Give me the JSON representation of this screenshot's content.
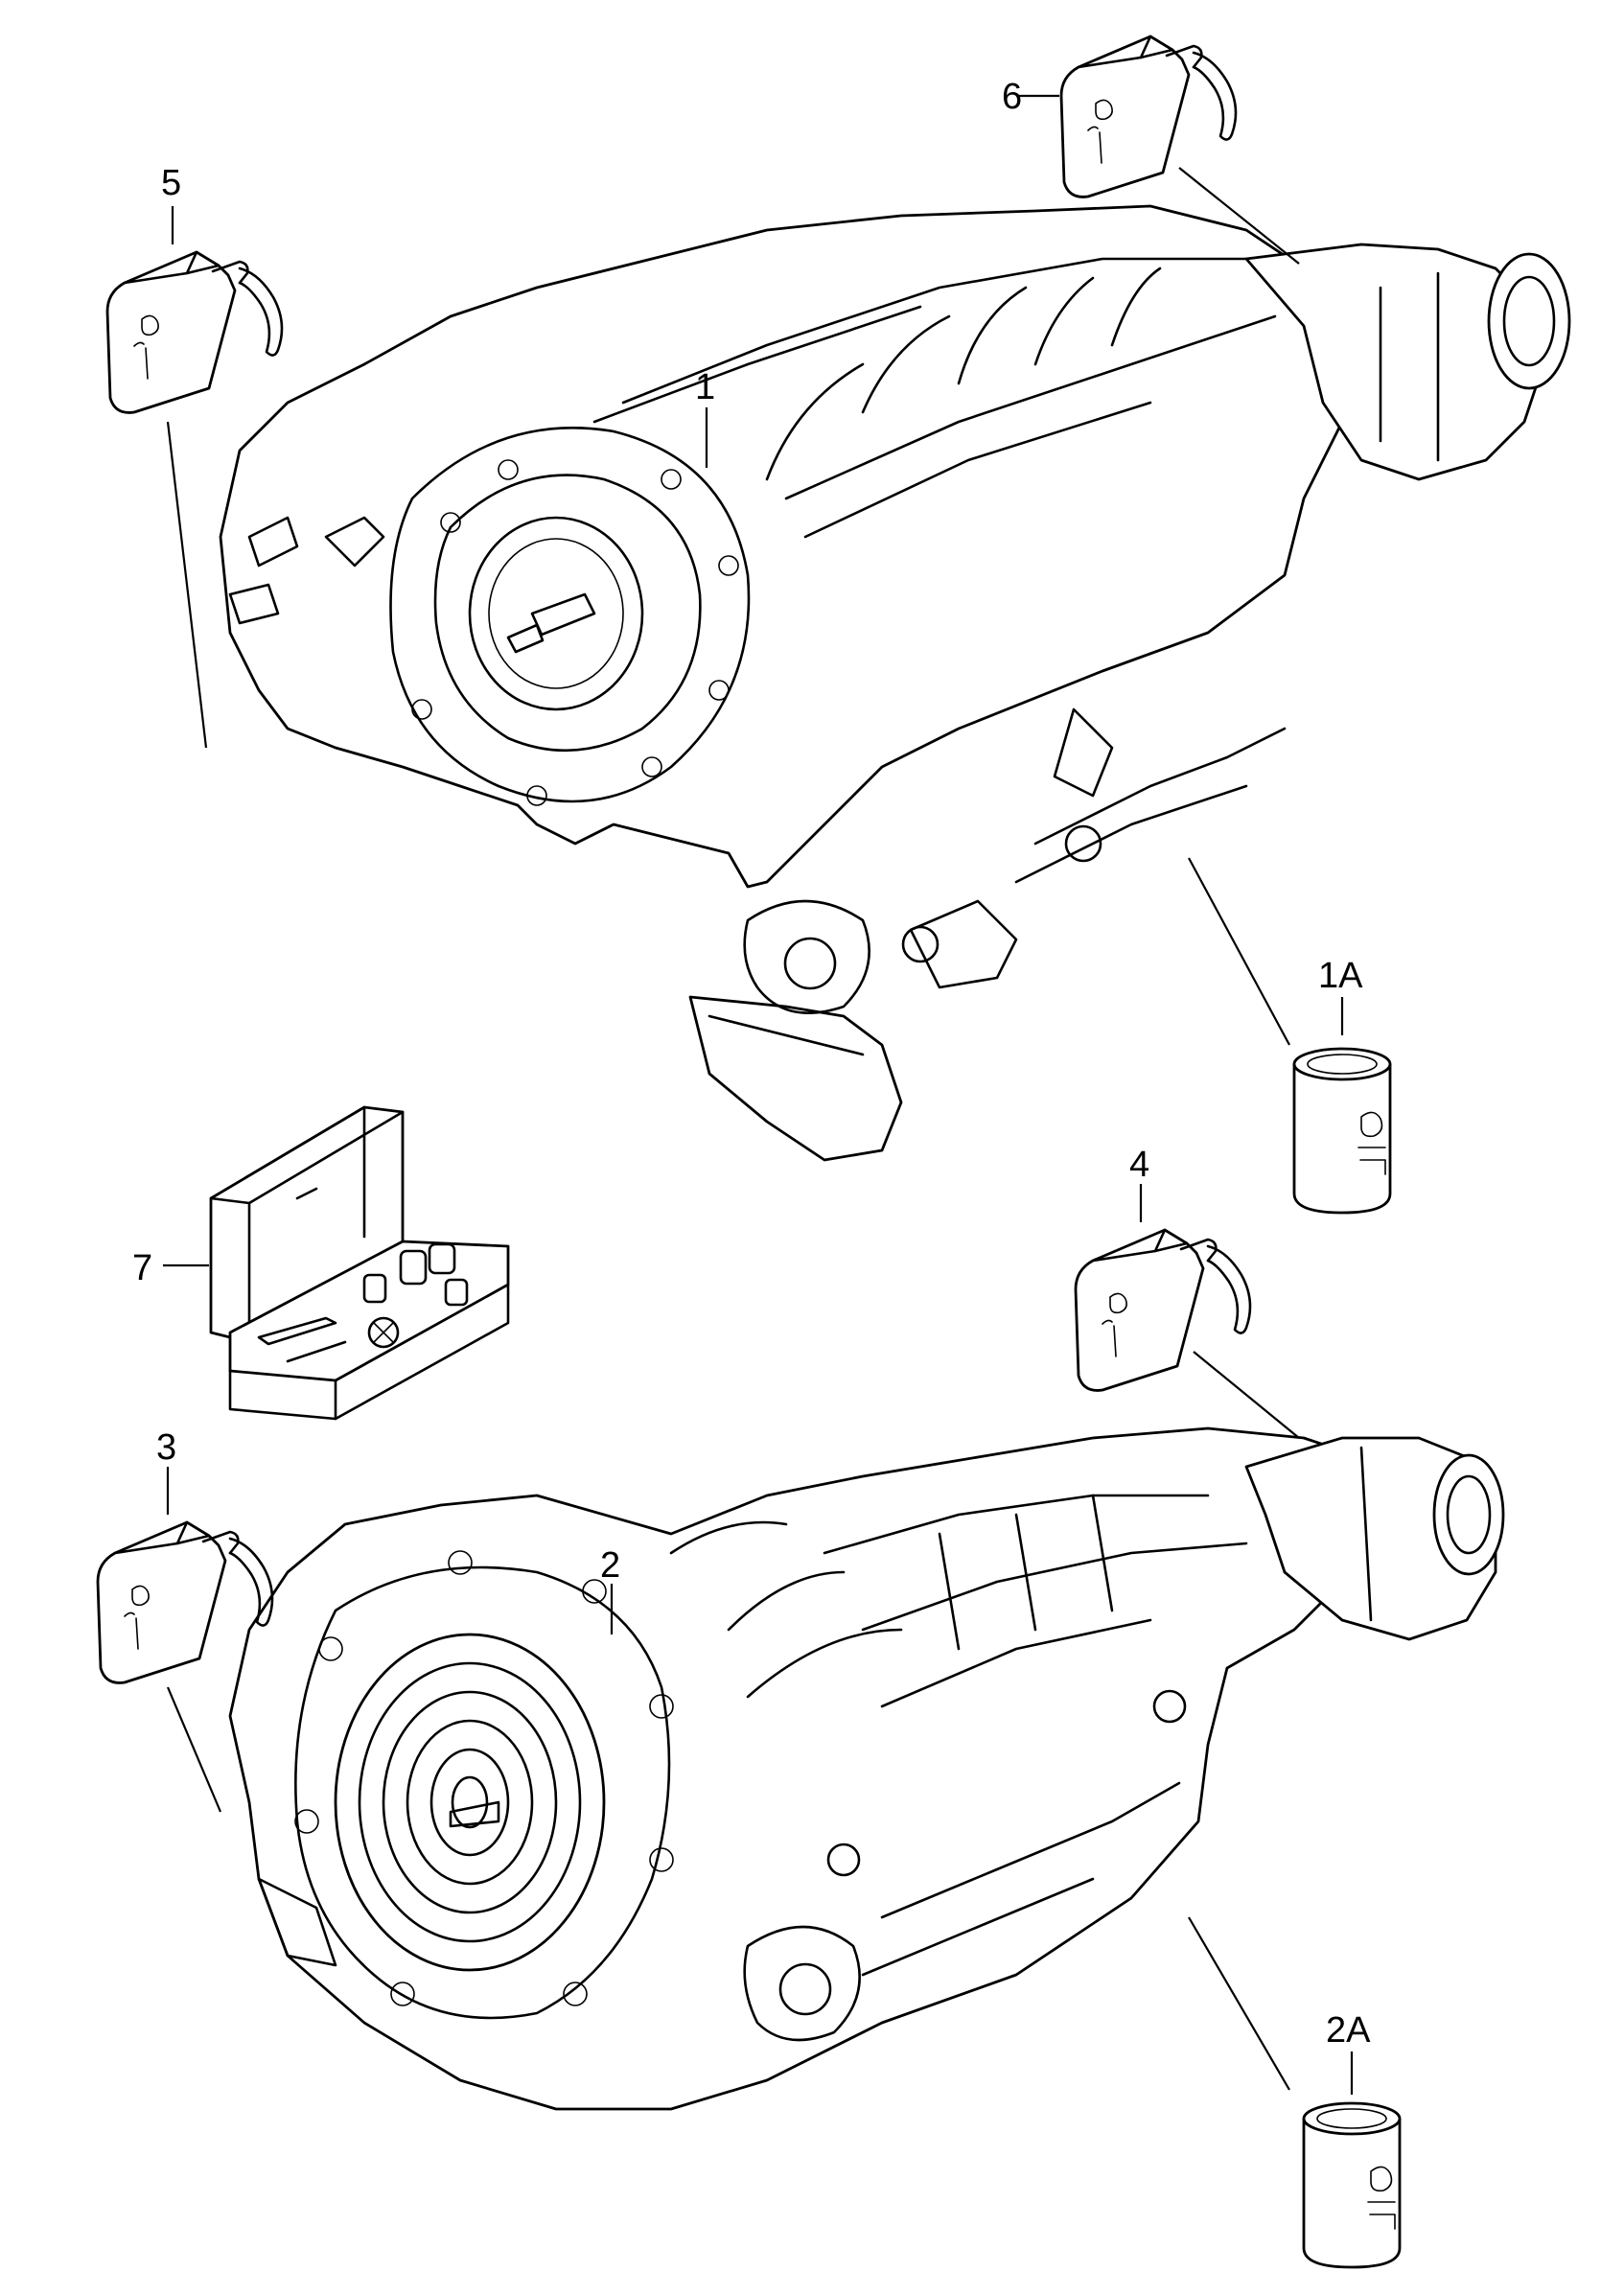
{
  "callouts": {
    "c1": "1",
    "c1a": "1A",
    "c2": "2",
    "c2a": "2A",
    "c3": "3",
    "c4": "4",
    "c5": "5",
    "c6": "6",
    "c7": "7"
  },
  "container_labels": {
    "oil_text": "Oil"
  },
  "colors": {
    "line": "#000000",
    "background": "#ffffff"
  },
  "icons": {
    "oil_canister": "oil-canister-icon",
    "oil_can": "oil-can-icon",
    "repair_kit": "repair-kit-icon",
    "transmission": "transmission-drawing"
  }
}
